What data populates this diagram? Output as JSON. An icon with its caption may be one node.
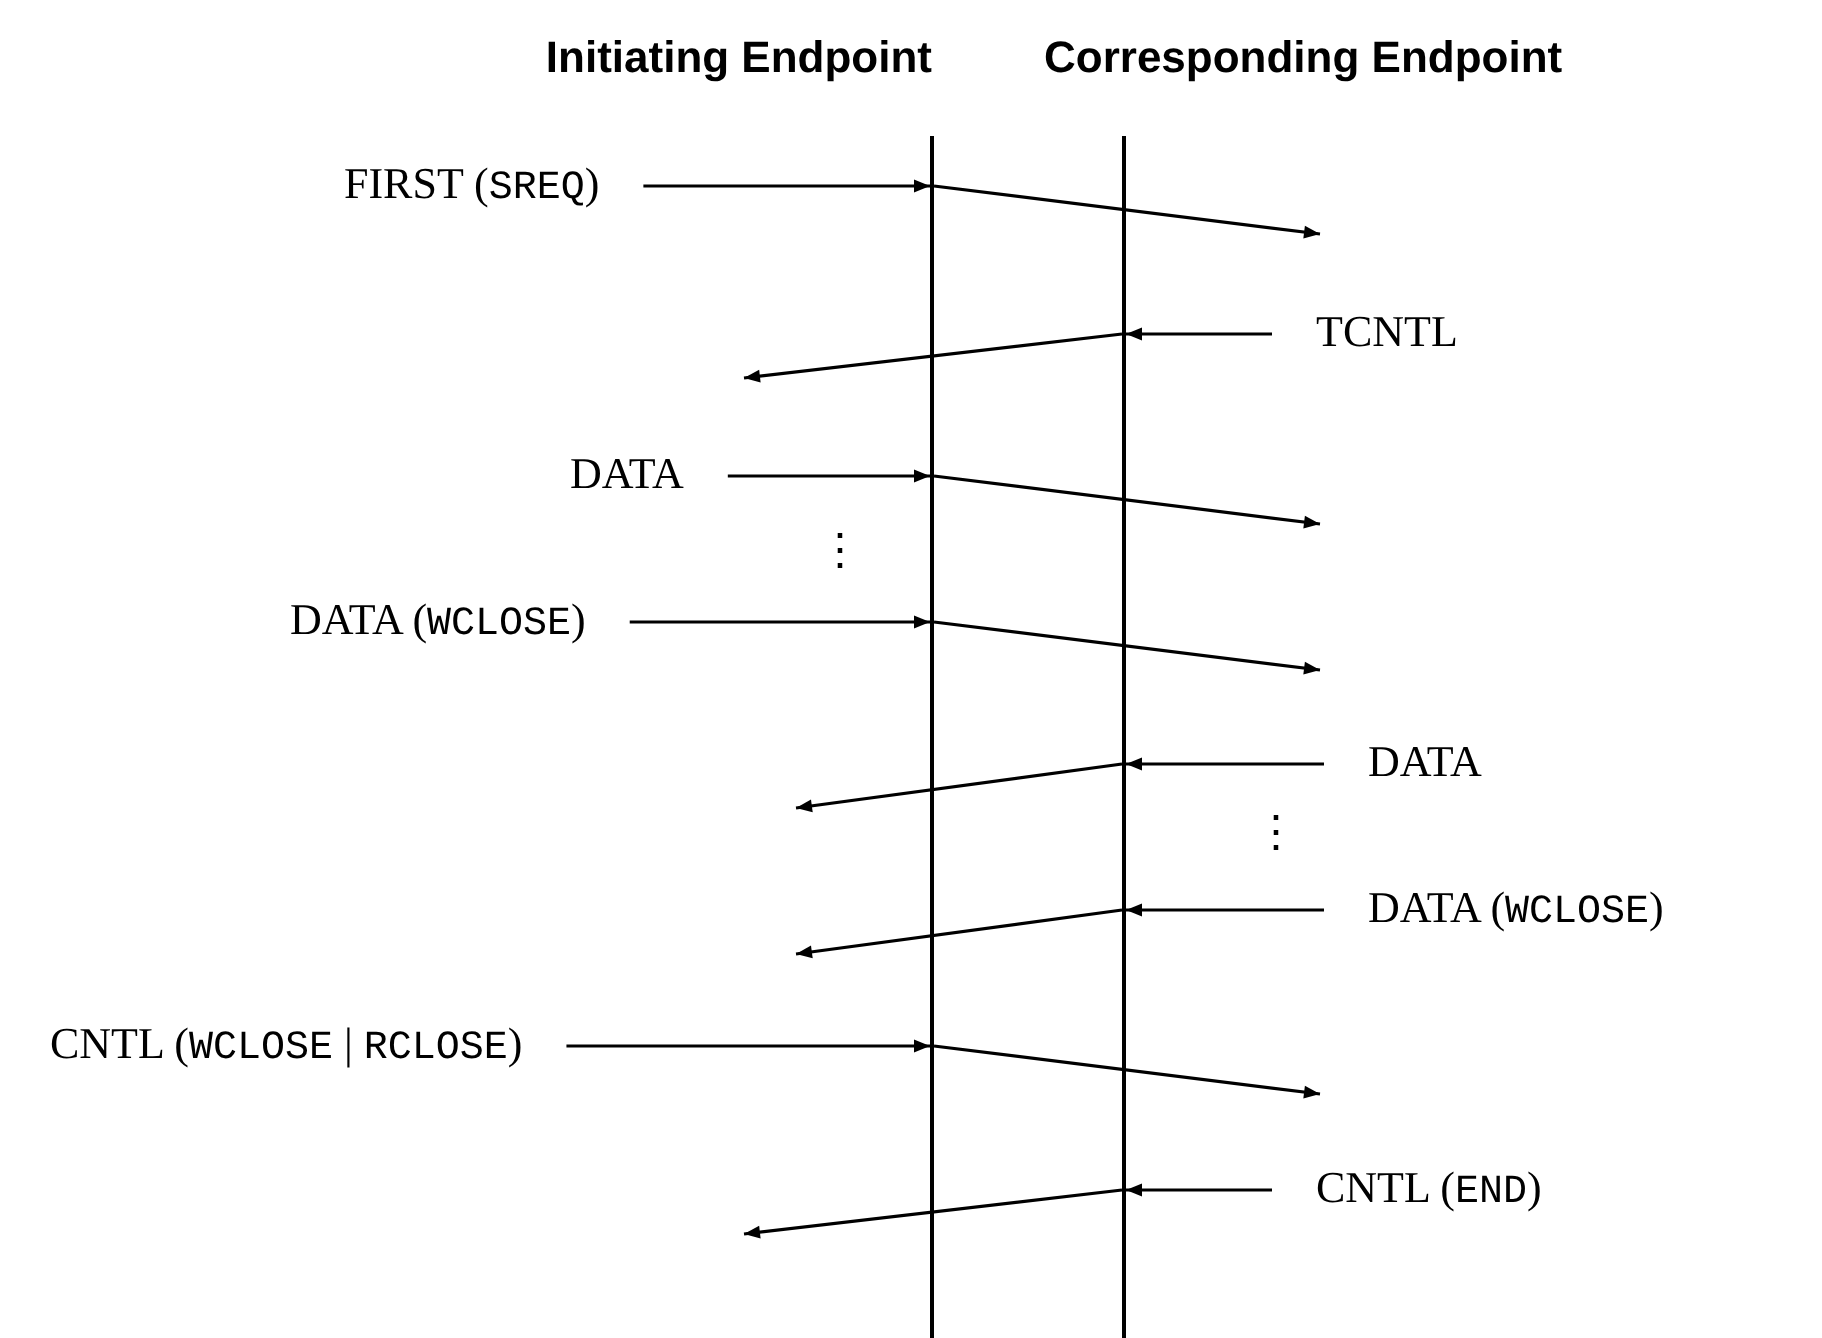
{
  "diagram": {
    "nodes": [
      {
        "text": [],
        "shape": "bar"
      },
      {
        "text": [],
        "shape": "bar"
      },
      {
        "text": [
          "FIRST (SREQ)"
        ]
      },
      {
        "text": [
          "TCNTL"
        ]
      },
      {
        "text": [
          "DATA"
        ]
      },
      {
        "text": [
          "DATA (WCLOSE)"
        ]
      },
      {
        "text": [
          "DATA"
        ]
      },
      {
        "text": [
          "DATA (WCLOSE)"
        ]
      },
      {
        "text": [
          "CNTL (WCLOSE | RCLOSE)"
        ]
      },
      {
        "text": [
          "CNTL (END)"
        ]
      }
    ],
    "edges": [
      {
        "from": 2,
        "to": 0,
        "arrow": "to"
      },
      {
        "from": 0,
        "to": null,
        "arrow": "to"
      },
      {
        "from": 3,
        "to": 1,
        "arrow": "to"
      },
      {
        "from": 1,
        "to": null,
        "arrow": "to"
      },
      {
        "from": 4,
        "to": 0,
        "arrow": "to"
      },
      {
        "from": 0,
        "to": null,
        "arrow": "to"
      },
      {
        "from": 5,
        "to": 0,
        "arrow": "to"
      },
      {
        "from": 0,
        "to": null,
        "arrow": "to"
      },
      {
        "from": 6,
        "to": 1,
        "arrow": "to"
      },
      {
        "from": 1,
        "to": null,
        "arrow": "to"
      },
      {
        "from": 7,
        "to": 1,
        "arrow": "to"
      },
      {
        "from": 1,
        "to": null,
        "arrow": "to"
      },
      {
        "from": 8,
        "to": 0,
        "arrow": "to"
      },
      {
        "from": 0,
        "to": null,
        "arrow": "to"
      },
      {
        "from": 9,
        "to": 1,
        "arrow": "to"
      },
      {
        "from": 1,
        "to": null,
        "arrow": "to"
      }
    ],
    "labels": [
      "Initiating Endpoint",
      "Corresponding Endpoint",
      "⋮",
      "⋮"
    ]
  }
}
